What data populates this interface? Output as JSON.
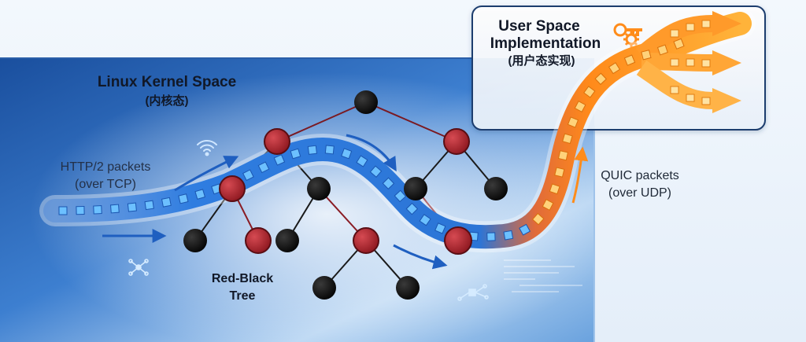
{
  "kernel_space": {
    "title": "Linux Kernel Space",
    "subtitle": "(内核态)"
  },
  "user_space": {
    "title_line1": "User Space",
    "title_line2": "Implementation",
    "subtitle": "(用户态实现)"
  },
  "tree": {
    "label_line1": "Red-Black",
    "label_line2": "Tree"
  },
  "http_label": {
    "line1": "HTTP/2 packets",
    "line2": "(over TCP)"
  },
  "quic_label": {
    "line1": "QUIC packets",
    "line2": "(over UDP)"
  },
  "icons": [
    "wifi-icon",
    "network-node-icon",
    "key-icon",
    "gear-icon"
  ],
  "colors": {
    "kernel_blue": "#1d5fb8",
    "tcp_stream": "#2f7de0",
    "packet": "#5fb6ff",
    "udp_stream": "#ff8c1a",
    "node_red": "#a8202a",
    "node_black": "#0b0b0b",
    "edge_red": "#8a1c24"
  }
}
